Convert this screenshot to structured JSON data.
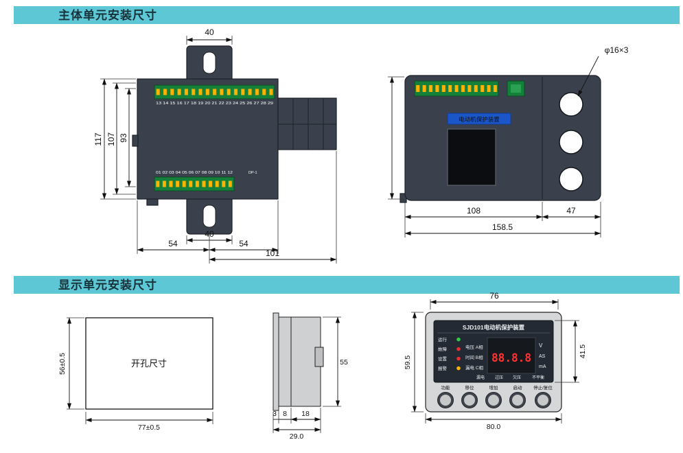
{
  "headers": {
    "main_unit": "主体单元安装尺寸",
    "display_unit": "显示单元安装尺寸"
  },
  "main_top_view": {
    "terminals_top": "13 14 15 16 17 18 19 20 21 22 23 24 25 26 27 28 29",
    "terminals_bottom": "01 02 03 04 05 06 07 08 09 10 11 12",
    "port_label": "DP-1",
    "dim_slot_top": "40",
    "dim_height_total": "117",
    "dim_height_mid": "107",
    "dim_height_inner": "93",
    "dim_slot_bottom": "40",
    "dim_left_half": "54",
    "dim_right_half": "54",
    "dim_to_end": "101"
  },
  "main_front_view": {
    "hole_callout": "φ16×3",
    "device_label": "电动机保护装置",
    "dim_body": "108",
    "dim_side": "47",
    "dim_total": "158.5"
  },
  "cutout_view": {
    "label": "开孔尺寸",
    "dim_height": "56±0.5",
    "dim_width": "77±0.5"
  },
  "side_view": {
    "dim_height": "55",
    "dim_bezel": "3",
    "dim_mid": "8",
    "dim_rear": "18",
    "dim_depth": "29.0"
  },
  "display_front": {
    "dim_top": "76",
    "dim_height": "59.5",
    "dim_panel_height": "41.5",
    "dim_width": "80.0",
    "title": "SJD101电动机保护装置",
    "led_labels": [
      "运行",
      "故障",
      "设置",
      "报警"
    ],
    "phase_labels": [
      "电压 A相",
      "时间 B相",
      "漏电 C相"
    ],
    "display_value": "88.8.8",
    "units": [
      "V",
      "AS",
      "mA"
    ],
    "status_labels": [
      "漏电",
      "过压",
      "欠压",
      "不平衡"
    ],
    "button_labels": [
      "功能",
      "移位",
      "增加",
      "启动",
      "停止/复位"
    ]
  }
}
